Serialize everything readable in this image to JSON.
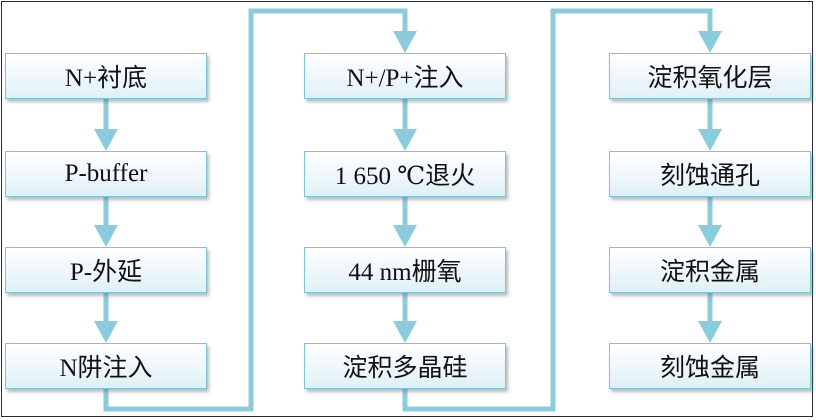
{
  "columns": [
    {
      "steps": [
        "N+衬底",
        "P-buffer",
        "P-外延",
        "N阱注入"
      ]
    },
    {
      "steps": [
        "N+/P+注入",
        "1 650 ℃退火",
        "44 nm栅氧",
        "淀积多晶硅"
      ]
    },
    {
      "steps": [
        "淀积氧化层",
        "刻蚀通孔",
        "淀积金属",
        "刻蚀金属"
      ]
    }
  ],
  "colors": {
    "connector": "#8ccbdb",
    "box_border": "#7fc3d6",
    "box_fill_bottom": "#dff0f6",
    "frame": "#2b2b2b"
  }
}
